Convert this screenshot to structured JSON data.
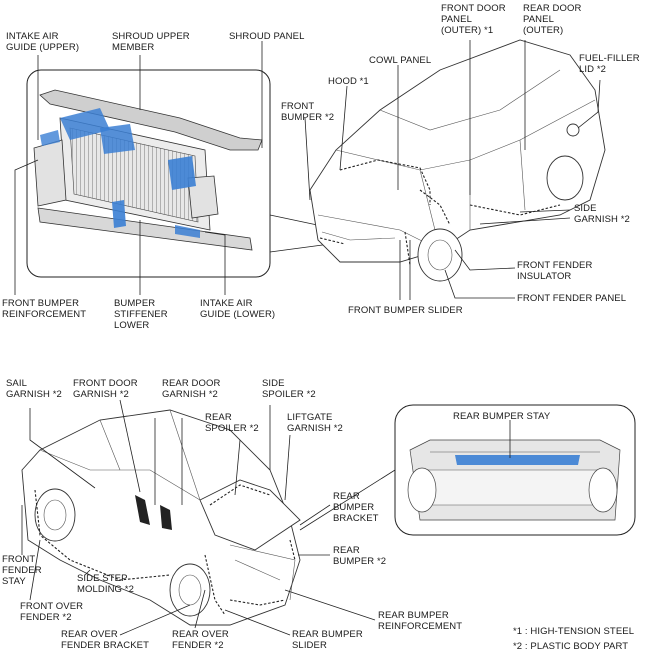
{
  "labels": {
    "intake_upper": "INTAKE AIR\nGUIDE (UPPER)",
    "shroud_upper": "SHROUD UPPER\nMEMBER",
    "shroud_panel": "SHROUD PANEL",
    "front_door_outer": "FRONT DOOR\nPANEL\n(OUTER) *1",
    "rear_door_outer": "REAR DOOR\nPANEL\n(OUTER)",
    "cowl_panel": "COWL PANEL",
    "hood": "HOOD *1",
    "fuel_lid": "FUEL-FILLER\nLID *2",
    "front_bumper": "FRONT\nBUMPER *2",
    "side_garnish": "SIDE\nGARNISH *2",
    "front_fender_insulator": "FRONT FENDER\nINSULATOR",
    "front_fender_panel": "FRONT FENDER PANEL",
    "front_bumper_slider": "FRONT BUMPER SLIDER",
    "front_bumper_reinf": "FRONT BUMPER\nREINFORCEMENT",
    "bumper_stiffener": "BUMPER\nSTIFFENER\nLOWER",
    "intake_lower": "INTAKE AIR\nGUIDE (LOWER)",
    "sail_garnish": "SAIL\nGARNISH *2",
    "front_door_garnish": "FRONT DOOR\nGARNISH *2",
    "rear_door_garnish": "REAR DOOR\nGARNISH *2",
    "side_spoiler": "SIDE\nSPOILER *2",
    "rear_spoiler": "REAR\nSPOILER *2",
    "liftgate_garnish": "LIFTGATE\nGARNISH *2",
    "rear_bumper_stay": "REAR BUMPER STAY",
    "rear_bumper_bracket": "REAR\nBUMPER\nBRACKET",
    "rear_bumper": "REAR\nBUMPER *2",
    "front_fender_stay": "FRONT\nFENDER\nSTAY",
    "side_step_molding": "SIDE STEP\nMOLDING *2",
    "front_over_fender": "FRONT OVER\nFENDER *2",
    "rear_bumper_reinf": "REAR BUMPER\nREINFORCEMENT",
    "rear_over_fender_bracket": "REAR OVER\nFENDER BRACKET",
    "rear_over_fender": "REAR OVER\nFENDER *2",
    "rear_bumper_slider": "REAR BUMPER\nSLIDER",
    "legend_1": "*1 : HIGH-TENSION STEEL",
    "legend_2": "*2 : PLASTIC BODY PART"
  },
  "colors": {
    "highlight_blue": "#3b7fd4",
    "line": "#222222"
  }
}
